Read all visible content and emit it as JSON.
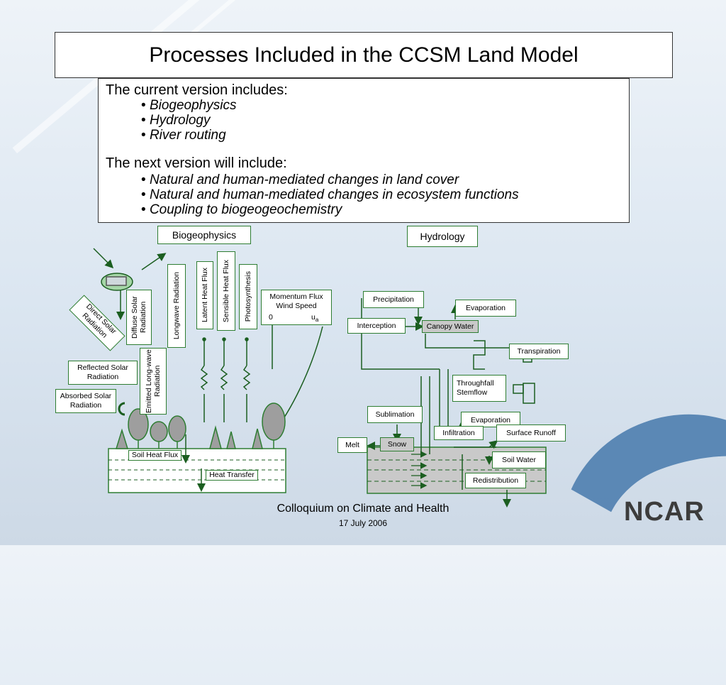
{
  "title": "Processes Included in the CCSM Land Model",
  "current": {
    "heading": "The current version includes:",
    "items": [
      "Biogeophysics",
      "Hydrology",
      "River routing"
    ]
  },
  "next": {
    "heading": "The next version will include:",
    "items": [
      "Natural and human-mediated changes in land cover",
      "Natural and human-mediated changes in ecosystem functions",
      "Coupling to biogeogeochemistry"
    ]
  },
  "biogeophysics": {
    "header": "Biogeophysics",
    "direct_solar": "Direct Solar Radiation",
    "diffuse_solar": "Diffuse Solar Radiation",
    "longwave": "Longwave Radiation",
    "latent": "Latent Heat Flux",
    "sensible": "Sensible Heat Flux",
    "photosynthesis": "Photosynthesis",
    "momentum": "Momentum Flux",
    "wind": "Wind Speed",
    "zero": "0",
    "ua": "u",
    "ua_sub": "a",
    "reflected": "Reflected Solar Radiation",
    "absorbed": "Absorbed Solar Radiation",
    "emitted": "Emitted Long-wave Radiation",
    "soil_heat": "Soil Heat Flux",
    "heat_transfer": "Heat Transfer"
  },
  "hydrology": {
    "header": "Hydrology",
    "precipitation": "Precipitation",
    "evaporation1": "Evaporation",
    "interception": "Interception",
    "canopy_water": "Canopy Water",
    "transpiration": "Transpiration",
    "throughfall": "Throughfall Stemflow",
    "sublimation": "Sublimation",
    "evaporation2": "Evaporation",
    "infiltration": "Infiltration",
    "surface_runoff": "Surface Runoff",
    "melt": "Melt",
    "snow": "Snow",
    "soil_water": "Soil Water",
    "redistribution": "Redistribution"
  },
  "footer": {
    "event": "Colloquium on Climate and Health",
    "date": "17 July 2006"
  },
  "logo": "NCAR",
  "colors": {
    "green": "#2e7d32",
    "soil": "#c9c9c9",
    "logo_blue": "#4f7fb0"
  }
}
